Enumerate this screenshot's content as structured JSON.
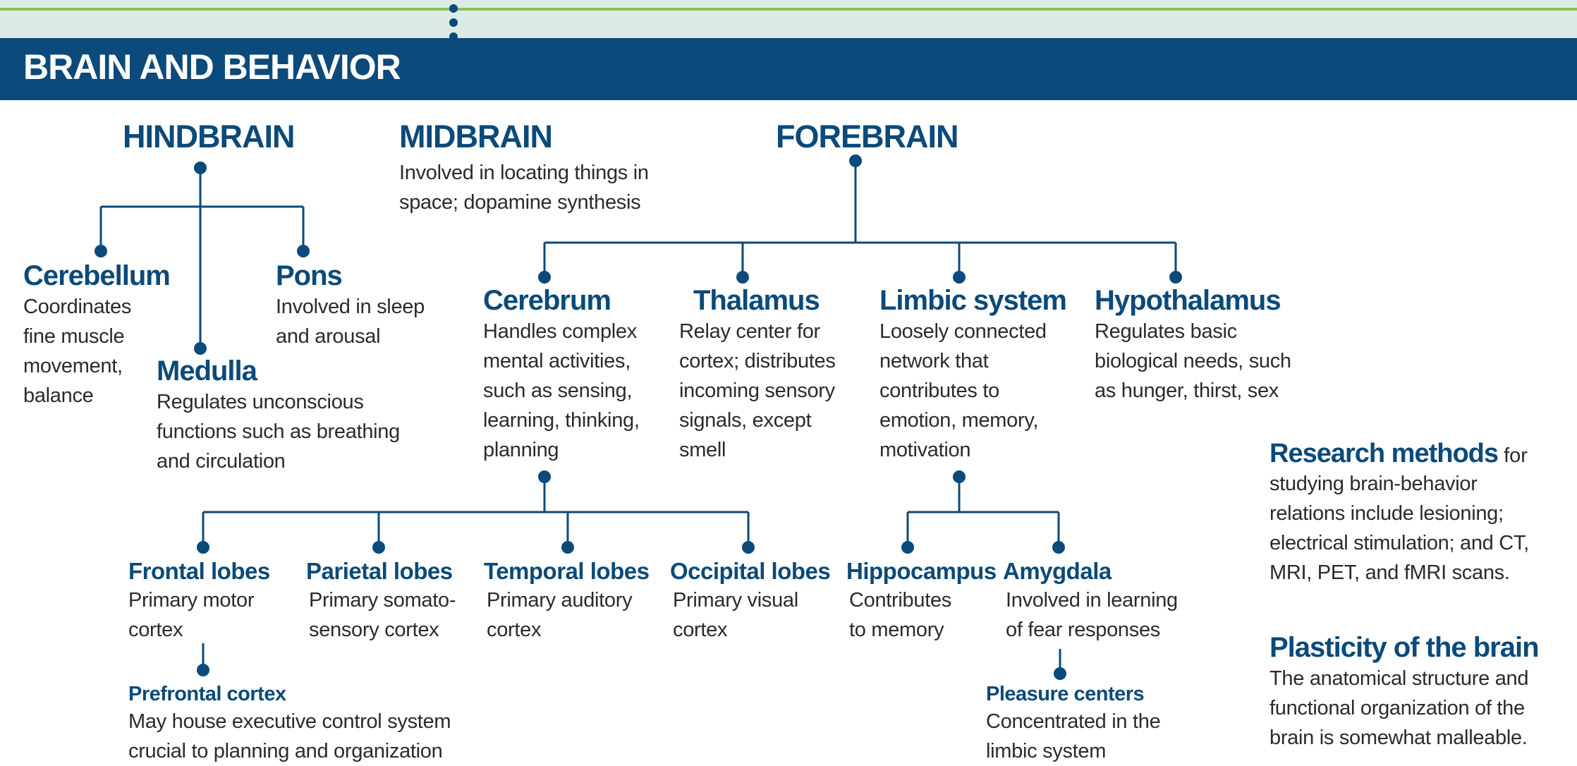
{
  "banner": {
    "title": "BRAIN AND BEHAVIOR"
  },
  "hindbrain": {
    "title": "HINDBRAIN",
    "cerebellum": {
      "title": "Cerebellum",
      "desc": "Coordinates\nfine muscle\nmovement,\nbalance"
    },
    "pons": {
      "title": "Pons",
      "desc": "Involved in sleep\nand arousal"
    },
    "medulla": {
      "title": "Medulla",
      "desc": "Regulates unconscious\nfunctions such as breathing\nand circulation"
    }
  },
  "midbrain": {
    "title": "MIDBRAIN",
    "desc": "Involved in locating things in\nspace; dopamine synthesis"
  },
  "forebrain": {
    "title": "FOREBRAIN",
    "cerebrum": {
      "title": "Cerebrum",
      "desc": "Handles complex\nmental activities,\nsuch as sensing,\nlearning, thinking,\nplanning"
    },
    "thalamus": {
      "title": "Thalamus",
      "desc": "Relay center for\ncortex; distributes\nincoming sensory\nsignals, except\nsmell"
    },
    "limbic": {
      "title": "Limbic system",
      "desc": "Loosely connected\nnetwork that\ncontributes to\nemotion, memory,\nmotivation"
    },
    "hypothalamus": {
      "title": "Hypothalamus",
      "desc": "Regulates basic\nbiological needs, such\nas hunger, thirst, sex"
    }
  },
  "lobes": {
    "frontal": {
      "title": "Frontal lobes",
      "desc": "Primary motor\ncortex"
    },
    "parietal": {
      "title": "Parietal lobes",
      "desc": "Primary somato-\nsensory cortex"
    },
    "temporal": {
      "title": "Temporal lobes",
      "desc": "Primary auditory\ncortex"
    },
    "occipital": {
      "title": "Occipital lobes",
      "desc": "Primary visual\ncortex"
    },
    "prefrontal": {
      "title": "Prefrontal cortex",
      "desc": "May house executive control system\ncrucial to planning and organization"
    }
  },
  "limbic_parts": {
    "hippocampus": {
      "title": "Hippocampus",
      "desc": "Contributes\nto memory"
    },
    "amygdala": {
      "title": "Amygdala",
      "desc": "Involved in learning\nof fear responses"
    },
    "pleasure": {
      "title": "Pleasure centers",
      "desc": "Concentrated in the\nlimbic system"
    }
  },
  "sidebar": {
    "research": {
      "title": "Research methods",
      "tail": " for",
      "desc": "studying brain-behavior\nrelations include lesioning;\nelectrical stimulation; and CT,\nMRI, PET, and fMRI scans."
    },
    "plasticity": {
      "title": "Plasticity of the brain",
      "desc": "The anatomical structure and\nfunctional organization of the\nbrain is somewhat malleable."
    }
  },
  "colors": {
    "banner": "#0b4a7a",
    "heading": "#0b4a7a",
    "accent_line": "#8bbf55",
    "top_band": "#dcebe8",
    "body_text": "#2b2b2b"
  }
}
